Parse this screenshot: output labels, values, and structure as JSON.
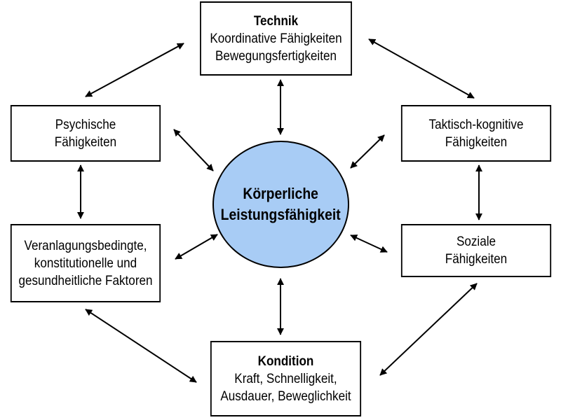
{
  "center": {
    "line1": "Körperliche",
    "line2": "Leistungsfähigkeit",
    "fill": "#a8ccf5"
  },
  "boxes": {
    "technik": {
      "title": "Technik",
      "lines": [
        "Koordinative Fähigkeiten",
        "Bewegungsfertigkeiten"
      ]
    },
    "psychische": {
      "lines": [
        "Psychische",
        "Fähigkeiten"
      ]
    },
    "taktisch": {
      "lines": [
        "Taktisch-kognitive",
        "Fähigkeiten"
      ]
    },
    "veranlagung": {
      "lines": [
        "Veranlagungsbedingte,",
        "konstitutionelle und",
        "gesundheitliche Faktoren"
      ]
    },
    "soziale": {
      "lines": [
        "Soziale",
        "Fähigkeiten"
      ]
    },
    "kondition": {
      "title": "Kondition",
      "lines": [
        "Kraft, Schnelligkeit,",
        "Ausdauer, Beweglichkeit"
      ]
    }
  }
}
